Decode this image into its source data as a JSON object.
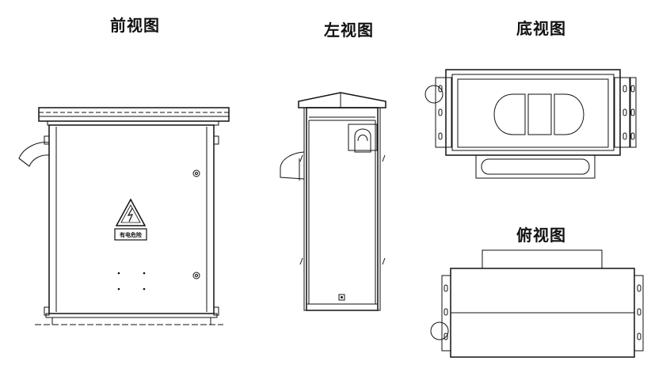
{
  "views": {
    "front": {
      "title": "前视图"
    },
    "left": {
      "title": "左视图"
    },
    "bottom": {
      "title": "底视图"
    },
    "top": {
      "title": "俯视图"
    }
  },
  "warning_sign": {
    "label": "有电危险"
  }
}
